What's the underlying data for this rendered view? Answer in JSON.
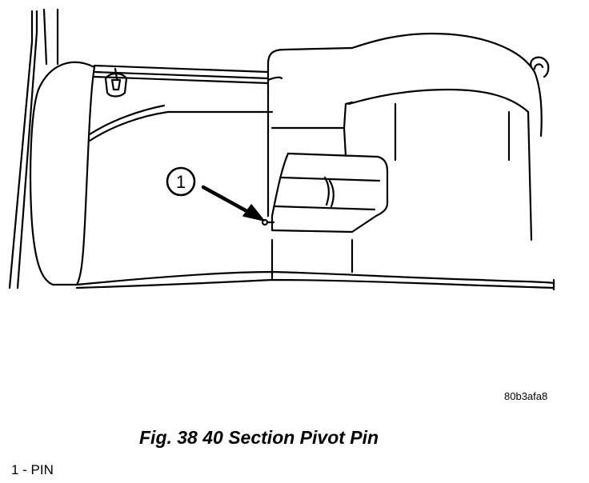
{
  "figure": {
    "callouts": [
      {
        "number": "1"
      }
    ],
    "image_code": "80b3afa8"
  },
  "caption": "Fig. 38 40 Section Pivot Pin",
  "legend": [
    {
      "text": "1 - PIN"
    }
  ]
}
